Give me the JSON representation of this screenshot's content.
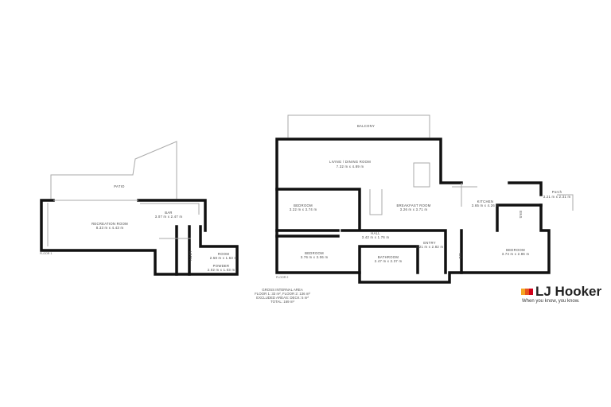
{
  "floor1": {
    "label": "FLOOR 1",
    "rooms": [
      {
        "name": "PATIO",
        "size": ""
      },
      {
        "name": "BAR",
        "size": "3.07 m x 2.47 m"
      },
      {
        "name": "RECREATION ROOM",
        "size": "8.33 m x 4.43 m"
      },
      {
        "name": "ROOM",
        "size": "2.58 m x 1.63 m"
      },
      {
        "name": "POWDER",
        "size": "2.02 m x 1.03 m"
      },
      {
        "name": "LDRY",
        "size": ""
      }
    ]
  },
  "floor2": {
    "label": "FLOOR 2",
    "rooms": [
      {
        "name": "BALCONY",
        "size": ""
      },
      {
        "name": "LIVING / DINING ROOM",
        "size": "7.32 m x 4.89 m"
      },
      {
        "name": "BEDROOM",
        "size": "3.22 m x 3.74 m"
      },
      {
        "name": "BREAKFAST ROOM",
        "size": "3.26 m x 3.71 m"
      },
      {
        "name": "KITCHEN",
        "size": "3.65 m x 4.26 m"
      },
      {
        "name": "Porch",
        "size": "3.21 m x 2.31 m"
      },
      {
        "name": "HALL",
        "size": "3.42 m x 1.76 m"
      },
      {
        "name": "ENTRY",
        "size": "2.21 m x 2.82 m"
      },
      {
        "name": "BEDROOM",
        "size": "3.76 m x 3.06 m"
      },
      {
        "name": "BATHROOM",
        "size": "2.47 m x 2.37 m"
      },
      {
        "name": "BEDROOM",
        "size": "3.74 m x 2.86 m"
      },
      {
        "name": "ENS",
        "size": ""
      },
      {
        "name": "WC",
        "size": ""
      }
    ]
  },
  "area": {
    "heading": "GROSS INTERNAL AREA",
    "line1": "FLOOR 1: 33 m², FLOOR 2: 136 m²",
    "line2": "EXCLUDED AREAS: DECK: 5 m²",
    "line3": "TOTAL: 169 m²"
  },
  "logo": {
    "brand": "LJ Hooker",
    "tagline": "When you know, you know.",
    "colors": [
      "#f5a623",
      "#e8541c",
      "#d0021b"
    ]
  }
}
